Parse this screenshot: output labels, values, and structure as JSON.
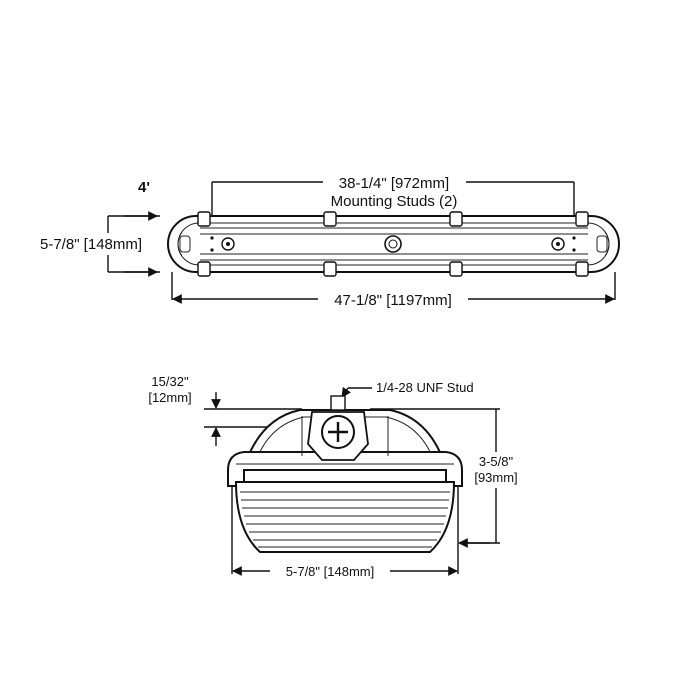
{
  "top_view": {
    "size_tag": "4'",
    "stud_spacing": "38-1/4\" [972mm]",
    "stud_caption": "Mounting Studs (2)",
    "width": "5-7/8\" [148mm]",
    "length": "47-1/8\" [1197mm]"
  },
  "end_view": {
    "stud_offset_line1": "15/32\"",
    "stud_offset_line2": "[12mm]",
    "stud_label": "1/4-28 UNF Stud",
    "height_line1": "3-5/8\"",
    "height_line2": "[93mm]",
    "width": "5-7/8\" [148mm]"
  }
}
